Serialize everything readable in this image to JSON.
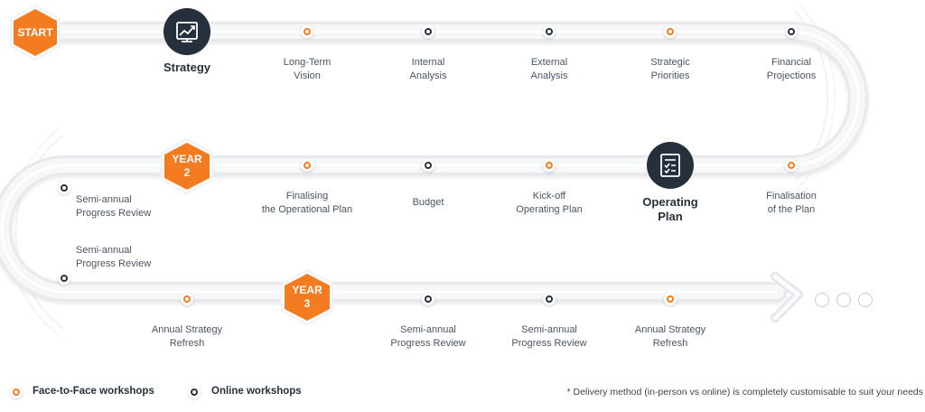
{
  "start": {
    "label": "START"
  },
  "years": [
    {
      "id": "year2",
      "label": "YEAR\n2"
    },
    {
      "id": "year3",
      "label": "YEAR\n3"
    }
  ],
  "milestones": [
    {
      "id": "strategy",
      "label": "Strategy",
      "icon": "strategy-chart-icon"
    },
    {
      "id": "operating-plan",
      "label": "Operating\nPlan",
      "icon": "checklist-icon"
    }
  ],
  "stages": [
    {
      "id": "long-term-vision",
      "label": "Long-Term\nVision",
      "type": "f2f"
    },
    {
      "id": "internal-analysis",
      "label": "Internal\nAnalysis",
      "type": "online"
    },
    {
      "id": "external-analysis",
      "label": "External\nAnalysis",
      "type": "online"
    },
    {
      "id": "strategic-priorities",
      "label": "Strategic\nPriorities",
      "type": "f2f"
    },
    {
      "id": "financial-projections",
      "label": "Financial\nProjections",
      "type": "online"
    },
    {
      "id": "finalisation-of-the-plan",
      "label": "Finalisation\nof the Plan",
      "type": "f2f"
    },
    {
      "id": "kick-off-operating-plan",
      "label": "Kick-off\nOperating Plan",
      "type": "f2f"
    },
    {
      "id": "budget",
      "label": "Budget",
      "type": "online"
    },
    {
      "id": "finalising-operational-plan",
      "label": "Finalising\nthe Operational Plan",
      "type": "f2f"
    },
    {
      "id": "semi-annual-review-1",
      "label": "Semi-annual\nProgress Review",
      "type": "online"
    },
    {
      "id": "semi-annual-review-2",
      "label": "Semi-annual\nProgress Review",
      "type": "online"
    },
    {
      "id": "annual-strategy-refresh-1",
      "label": "Annual Strategy\nRefresh",
      "type": "f2f"
    },
    {
      "id": "semi-annual-review-3",
      "label": "Semi-annual\nProgress Review",
      "type": "online"
    },
    {
      "id": "semi-annual-review-4",
      "label": "Semi-annual\nProgress Review",
      "type": "online"
    },
    {
      "id": "annual-strategy-refresh-2",
      "label": "Annual Strategy\nRefresh",
      "type": "f2f"
    }
  ],
  "legend": {
    "f2f_label": "Face-to-Face workshops",
    "online_label": "Online workshops"
  },
  "footnote": "* Delivery method (in-person vs online) is completely customisable to suit your needs",
  "colors": {
    "accent": "#f47c20",
    "dark": "#26303c",
    "road": "#eef0f3"
  }
}
